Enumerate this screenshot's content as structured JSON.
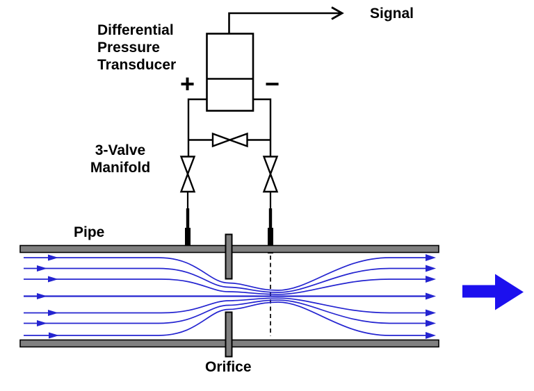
{
  "labels": {
    "transducer_lines": [
      "Differential",
      "Pressure",
      "Transducer"
    ],
    "manifold_lines": [
      "3-Valve",
      "Manifold"
    ],
    "signal": "Signal",
    "pipe": "Pipe",
    "orifice": "Orifice",
    "plus_port": "+",
    "minus_port": "−"
  },
  "colors": {
    "streamline_blue": "#2424d0",
    "flow_arrow_blue": "#1c10ee",
    "pipe_gray": "#808080",
    "line_black": "#000000",
    "background_white": "#ffffff"
  }
}
